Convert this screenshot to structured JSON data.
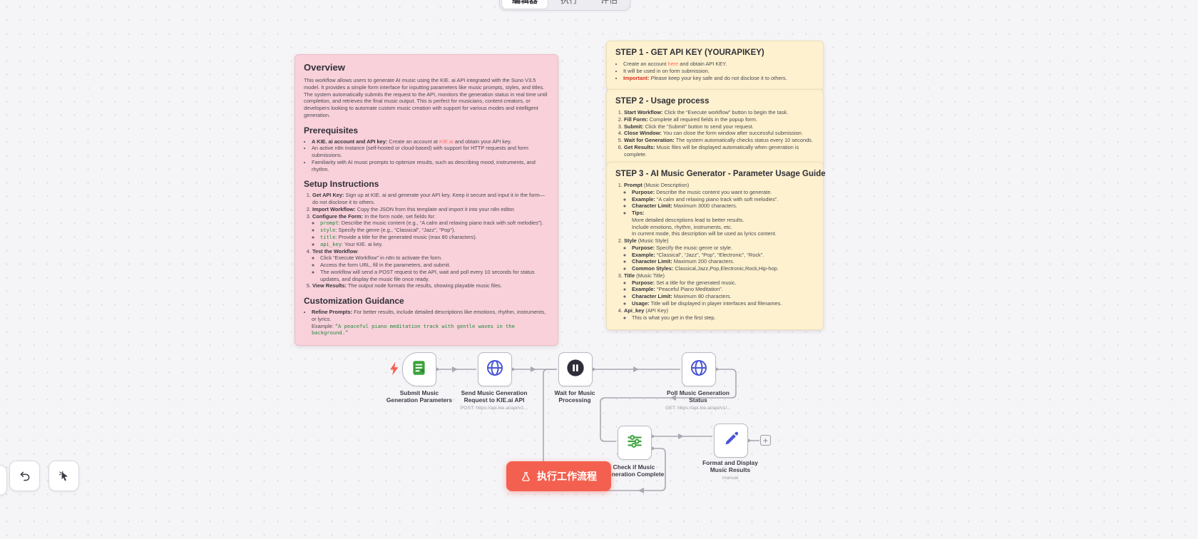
{
  "tabs": {
    "editor": "编辑器",
    "executions": "执行",
    "evaluations": "评估"
  },
  "notes": {
    "overview": {
      "title": "Overview",
      "intro": "This workflow allows users to generate AI music using the KIE. ai API integrated with the Suno V3.5 model. It provides a simple form interface for inputting parameters like music prompts, styles, and titles. The system automatically submits the request to the API, monitors the generation status in real time until completion, and retrieves the final music output. This is perfect for musicians, content creators, or developers looking to automate custom music creation with support for various modes and intelligent generation.",
      "prereq_title": "Prerequisites",
      "prereq_1b": "A KIE. ai account and API key:",
      "prereq_1a": " Create an account at ",
      "prereq_1link": "KIE.ai",
      "prereq_1c": " and obtain your API key.",
      "prereq_2": "An active n8n instance (self-hosted or cloud-based) with support for HTTP requests and form submissions.",
      "prereq_3": "Familiarity with AI music prompts to optimize results, such as describing mood, instruments, and rhythm.",
      "setup_title": "Setup Instructions",
      "setup1_b": "Get API Key:",
      "setup1_t": " Sign up at KIE. ai and generate your API key. Keep it secure and input it in the form—do not disclose it to others.",
      "setup2_b": "Import Workflow:",
      "setup2_t": " Copy the JSON from this template and import it into your n8n editor.",
      "setup3_b": "Configure the Form:",
      "setup3_t": " In the form node, set fields for:",
      "setup3_f1c": "prompt",
      "setup3_f1t": ": Describe the music content (e.g., “A calm and relaxing piano track with soft melodies”).",
      "setup3_f2c": "style",
      "setup3_f2t": ": Specify the genre (e.g., “Classical”, “Jazz”, “Pop”).",
      "setup3_f3c": "title",
      "setup3_f3t": ": Provide a title for the generated music (max 80 characters).",
      "setup3_f4c": "api_key",
      "setup3_f4t": ": Your KIE. ai key.",
      "setup4_b": "Test the Workflow",
      "setup4_t": ":",
      "setup4_s1": "Click “Execute Workflow” in n8n to activate the form.",
      "setup4_s2": "Access the form URL, fill in the parameters, and submit.",
      "setup4_s3": "The workflow will send a POST request to the API, wait and poll every 10 seconds for status updates, and display the music file once ready.",
      "setup5_b": "View Results:",
      "setup5_t": " The output node formats the results, showing playable music files.",
      "custom_title": "Customization Guidance",
      "custom_b": "Refine Prompts:",
      "custom_t": " For better results, include detailed descriptions like emotions, rhythm, instruments, or lyrics.",
      "custom_ex_label": "Example: ",
      "custom_ex": "“A peaceful piano meditation track with gentle waves in the background.”"
    },
    "step1": {
      "title": "STEP 1 - GET API KEY (YOURAPIKEY)",
      "b1a": "Create an account ",
      "b1link": "here",
      "b1b": " and obtain API KEY.",
      "b2": "It will be used in on form submission.",
      "b3b": "Important:",
      "b3t": " Please keep your key safe and do not disclose it to others."
    },
    "step2": {
      "title": "STEP 2 - Usage process",
      "items": [
        {
          "b": "Start Workflow:",
          "t": " Click the “Execute workflow” button to begin the task."
        },
        {
          "b": "Fill Form:",
          "t": " Complete all required fields in the popup form."
        },
        {
          "b": "Submit:",
          "t": " Click the “Submit” button to send your request."
        },
        {
          "b": "Close Window:",
          "t": " You can close the form window after successful submission."
        },
        {
          "b": "Wait for Generation:",
          "t": " The system automatically checks status every 10 seconds."
        },
        {
          "b": "Get Results:",
          "t": " Music files will be displayed automatically when generation is complete."
        }
      ]
    },
    "step3": {
      "title": "STEP 3 - AI Music Generator - Parameter Usage Guide",
      "p1_name": "Prompt",
      "p1_type": " (Music Description)",
      "p1_s1b": "Purpose:",
      "p1_s1t": " Describe the music content you want to generate.",
      "p1_s2b": "Example:",
      "p1_s2t": " “A calm and relaxing piano track with soft melodies”.",
      "p1_s3b": "Character Limit:",
      "p1_s3t": " Maximum 3000 characters.",
      "p1_s4b": "Tips:",
      "p1_tip1": "More detailed descriptions lead to better results.",
      "p1_tip2": "Include emotions, rhythm, instruments, etc.",
      "p1_tip3": "In current mode, this description will be used as lyrics content.",
      "p2_name": "Style",
      "p2_type": " (Music Style)",
      "p2_s1b": "Purpose:",
      "p2_s1t": " Specify the music genre or style.",
      "p2_s2b": "Example:",
      "p2_s2t": " “Classical”, “Jazz”, “Pop”, “Electronic”, “Rock”.",
      "p2_s3b": "Character Limit:",
      "p2_s3t": " Maximum 200 characters.",
      "p2_s4b": "Common Styles:",
      "p2_s4t": " Classical,Jazz,Pop,Electronic,Rock,Hip-hop.",
      "p3_name": "Title",
      "p3_type": " (Music Title)",
      "p3_s1b": "Purpose:",
      "p3_s1t": " Set a title for the generated music.",
      "p3_s2b": "Example:",
      "p3_s2t": " “Peaceful Piano Meditation”.",
      "p3_s3b": "Character Limit:",
      "p3_s3t": " Maximum 80 characters.",
      "p3_s4b": "Usage:",
      "p3_s4t": " Title will be displayed in player interfaces and filenames.",
      "p4_name": "Api_key",
      "p4_type": " (API Key)",
      "p4_s1": "This is what you get in the first step."
    }
  },
  "workflow": {
    "nodes": [
      {
        "label": "Submit Music Generation Parameters"
      },
      {
        "label": "Send Music Generation Request to KIE.ai API",
        "sub": "POST: https://api.kie.ai/api/v1..."
      },
      {
        "label": "Wait for Music Processing"
      },
      {
        "label": "Poll Music Generation Status",
        "sub": "GET: https://api.kie.ai/api/v1/..."
      },
      {
        "label": "Check if Music Generation Complete"
      },
      {
        "label": "Format and Display Music Results",
        "sub": "manual"
      }
    ],
    "add_button": "+"
  },
  "controls": {
    "execute_label": "执行工作流程"
  },
  "colors": {
    "accent": "#f4604f",
    "sticky_pink": "#f9d1da",
    "sticky_yellow": "#fdf1cf",
    "node_blue": "#4a56d6",
    "node_green": "#3da33f",
    "wire_gray": "#a9a9b2"
  }
}
